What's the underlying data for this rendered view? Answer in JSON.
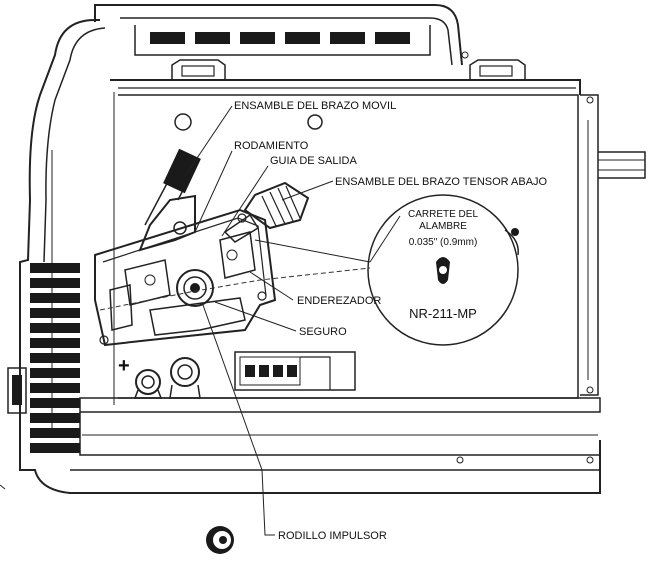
{
  "labels": {
    "moving_arm": "ENSAMBLE DEL BRAZO MOVIL",
    "bearing": "RODAMIENTO",
    "outlet_guide": "GUIA DE SALIDA",
    "tension_arm": "ENSAMBLE DEL BRAZO TENSOR  ABAJO",
    "spool_line1": "CARRETE DEL",
    "spool_line2": "ALAMBRE",
    "wire_size": "0.035\" (0.9mm)",
    "straightener": "ENDEREZADOR",
    "lock": "SEGURO",
    "spool_model": "NR-211-MP",
    "drive_roll": "RODILLO IMPULSOR",
    "plus_sign": "+"
  }
}
